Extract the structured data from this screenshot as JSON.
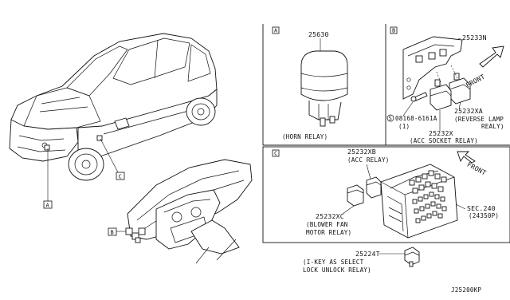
{
  "callouts": {
    "tag_a": "A",
    "tag_b": "B",
    "tag_c": "C"
  },
  "panel_a": {
    "letter": "A",
    "part_number": "25630",
    "caption": "(HORN RELAY)"
  },
  "panel_b": {
    "letter": "B",
    "bracket_part": "25233N",
    "reverse_relay_part": "25232XA",
    "reverse_relay_caption_1": "(REVERSE LAMP",
    "reverse_relay_caption_2": "REALY)",
    "socket_relay_part": "25232X",
    "socket_relay_caption": "(ACC SOCKET RELAY)",
    "bolt_part": "08168-6161A",
    "bolt_qty": "(1)",
    "bolt_symbol": "S",
    "front_label": "FRONT"
  },
  "panel_c": {
    "letter": "C",
    "acc_relay_part": "25232XB",
    "acc_relay_caption": "(ACC RELAY)",
    "blower_part": "25232XC",
    "blower_caption_1": "(BLOWER FAN",
    "blower_caption_2": "MOTOR RELAY)",
    "sec_ref": "SEC.240",
    "sec_ref_sub": "(24350P)",
    "front_label": "FRONT"
  },
  "ikey": {
    "part_number": "25224T",
    "caption_1": "(I-KEY AS SELECT",
    "caption_2": "LOCK UNLOCK RELAY)"
  },
  "diagram_id": "J25200KP"
}
